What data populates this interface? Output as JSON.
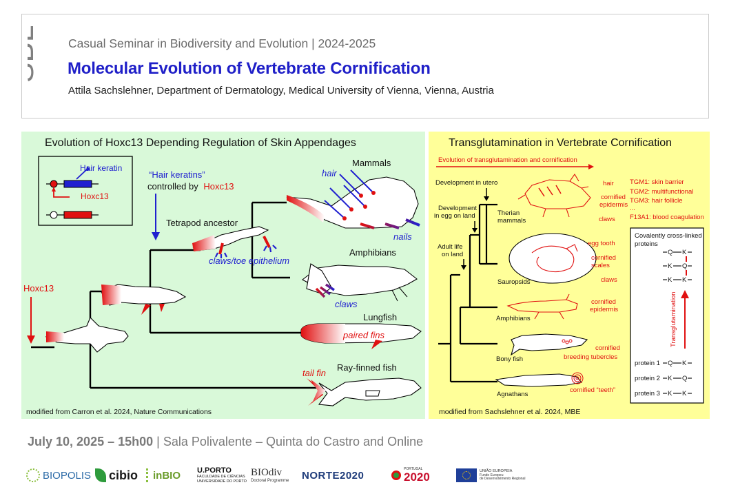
{
  "header": {
    "logo_text": "SBE",
    "series": "Casual Seminar in Biodiversity and Evolution",
    "separator": "|",
    "year": "2024-2025",
    "title": "Molecular Evolution of Vertebrate Cornification",
    "speaker": "Attila Sachslehner,",
    "affiliation": "Department of Dermatology, Medical University of Vienna, Vienna, Austria"
  },
  "left_panel": {
    "title": "Evolution of Hoxc13 Depending Regulation of Skin Appendages",
    "legend_hair_keratin": "Hair keratin",
    "legend_hoxc13": "Hoxc13",
    "hair_keratins_quote": "“Hair keratins”",
    "controlled_by": "controlled by",
    "controlled_gene": "Hoxc13",
    "hoxc13_side": "Hoxc13",
    "tetrapod_ancestor": "Tetrapod ancestor",
    "claws_toe": "claws/toe epithelium",
    "mammals": "Mammals",
    "hair": "hair",
    "nails": "nails",
    "amphibians": "Amphibians",
    "claws": "claws",
    "lungfish": "Lungfish",
    "paired_fins": "paired fins",
    "ray_finned": "Ray-finned fish",
    "tail_fin": "tail fin",
    "source": "modified from Carron et al. 2024, Nature Communications"
  },
  "right_panel": {
    "title": "Transglutamination in Vertebrate Cornification",
    "evolution_arrow": "Evolution of transglutamination and cornification",
    "dev_utero": "Development in utero",
    "dev_egg_1": "Development",
    "dev_egg_2": "in egg on land",
    "adult_1": "Adult life",
    "adult_2": "on land",
    "therian_1": "Therian",
    "therian_2": "mammals",
    "sauropsids": "Sauropsids",
    "amphibians": "Amphibians",
    "bony_fish": "Bony fish",
    "agnathans": "Agnathans",
    "hair": "hair",
    "cornified_epidermis_1": "cornified",
    "cornified_epidermis_2": "epidermis",
    "claws": "claws",
    "egg_tooth": "egg tooth",
    "cornified_scales_1": "cornified",
    "cornified_scales_2": "scales",
    "claws2": "claws",
    "amph_cornified_1": "cornified",
    "amph_cornified_2": "epidermis",
    "fish_cornified": "cornified",
    "breeding_tubercles": "breeding tubercles",
    "teeth": "cornified “teeth”",
    "tgm1": "TGM1: skin barrier",
    "tgm2": "TGM2: multifunctional",
    "tgm3": "TGM3: hair follicle",
    "ellipsis": "...",
    "f13a1": "F13A1: blood coagulation",
    "crosslinked_1": "Covalently cross-linked",
    "crosslinked_2": "proteins",
    "transglutamination": "Transglutamination",
    "protein1": "protein 1",
    "protein2": "protein 2",
    "protein3": "protein 3",
    "q": "Q",
    "k": "K",
    "source": "modified from Sachslehner et al. 2024, MBE"
  },
  "footer": {
    "date": "July 10, 2025 – 15h00",
    "separator": "|",
    "venue": "Sala Polivalente – Quinta do Castro and Online"
  },
  "logos": {
    "biopolis": "BIOPOLIS",
    "cibio": "cibio",
    "inbio": "inBIO",
    "uporto_1": "U.PORTO",
    "uporto_2": "FACULDADE DE CIÊNCIAS",
    "uporto_3": "UNIVERSIDADE DO PORTO",
    "biodiv_1": "BIOdiv",
    "biodiv_2": "Doctoral Programme",
    "norte": "NORTE2020",
    "portugal_small": "PORTUGAL",
    "portugal": "2020",
    "eu_1": "UNIÃO EUROPEIA",
    "eu_2": "Fundo Europeu",
    "eu_3": "de Desenvolvimento Regional"
  },
  "colors": {
    "title_blue": "#1f1fc8",
    "accent_red": "#e01010",
    "left_bg": "#d9f9d9",
    "right_bg": "#ffff99"
  }
}
